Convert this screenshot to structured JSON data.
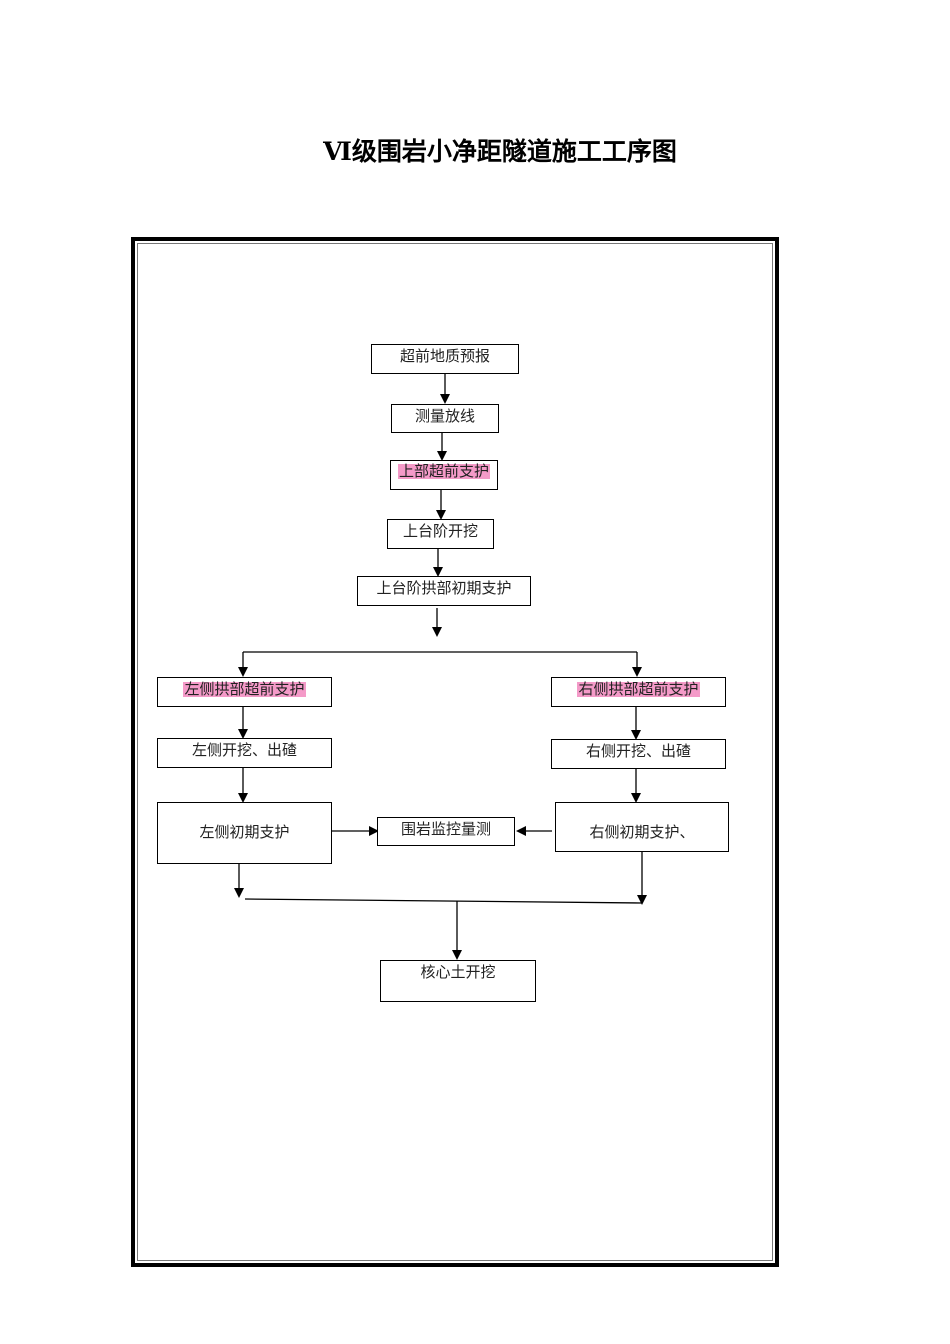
{
  "title": "Ⅵ级围岩小净距隧道施工工序图",
  "highlight_color": "#f49ac8",
  "nodes": {
    "advance_geo_forecast": {
      "label": "超前地质预报",
      "highlighted": false
    },
    "survey_layout": {
      "label": "测量放线",
      "highlighted": false
    },
    "upper_advance_support": {
      "label": "上部超前支护",
      "highlighted": true
    },
    "upper_bench_excavation": {
      "label": "上台阶开挖",
      "highlighted": false
    },
    "upper_bench_arch_initial_support": {
      "label": "上台阶拱部初期支护",
      "highlighted": false
    },
    "left_arch_advance_support": {
      "label": "左侧拱部超前支护",
      "highlighted": true
    },
    "right_arch_advance_support": {
      "label": "右侧拱部超前支护",
      "highlighted": true
    },
    "left_excavation_mucking": {
      "label": "左侧开挖、出碴",
      "highlighted": false
    },
    "right_excavation_mucking": {
      "label": "右侧开挖、出碴",
      "highlighted": false
    },
    "left_initial_support": {
      "label": "左侧初期支护",
      "highlighted": false
    },
    "surrounding_rock_monitoring": {
      "label": "围岩监控量测",
      "highlighted": false
    },
    "right_initial_support": {
      "label": "右侧初期支护、",
      "highlighted": false
    },
    "core_soil_excavation": {
      "label": "核心土开挖",
      "highlighted": false
    }
  },
  "edges": [
    [
      "advance_geo_forecast",
      "survey_layout"
    ],
    [
      "survey_layout",
      "upper_advance_support"
    ],
    [
      "upper_advance_support",
      "upper_bench_excavation"
    ],
    [
      "upper_bench_excavation",
      "upper_bench_arch_initial_support"
    ],
    [
      "upper_bench_arch_initial_support",
      "left_arch_advance_support"
    ],
    [
      "upper_bench_arch_initial_support",
      "right_arch_advance_support"
    ],
    [
      "left_arch_advance_support",
      "left_excavation_mucking"
    ],
    [
      "right_arch_advance_support",
      "right_excavation_mucking"
    ],
    [
      "left_excavation_mucking",
      "left_initial_support"
    ],
    [
      "right_excavation_mucking",
      "right_initial_support"
    ],
    [
      "left_initial_support",
      "surrounding_rock_monitoring"
    ],
    [
      "right_initial_support",
      "surrounding_rock_monitoring"
    ],
    [
      "left_initial_support",
      "core_soil_excavation"
    ],
    [
      "right_initial_support",
      "core_soil_excavation"
    ]
  ]
}
